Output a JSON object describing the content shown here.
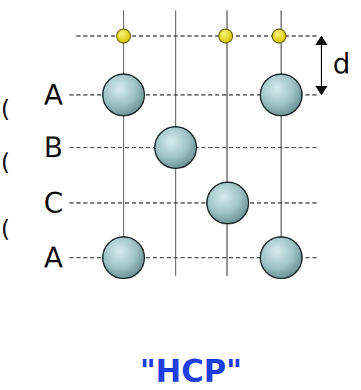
{
  "diagram": {
    "caption": "\"HCP\"",
    "labels": [
      "A",
      "B",
      "C",
      "A",
      "d",
      "(",
      "(",
      "("
    ]
  }
}
